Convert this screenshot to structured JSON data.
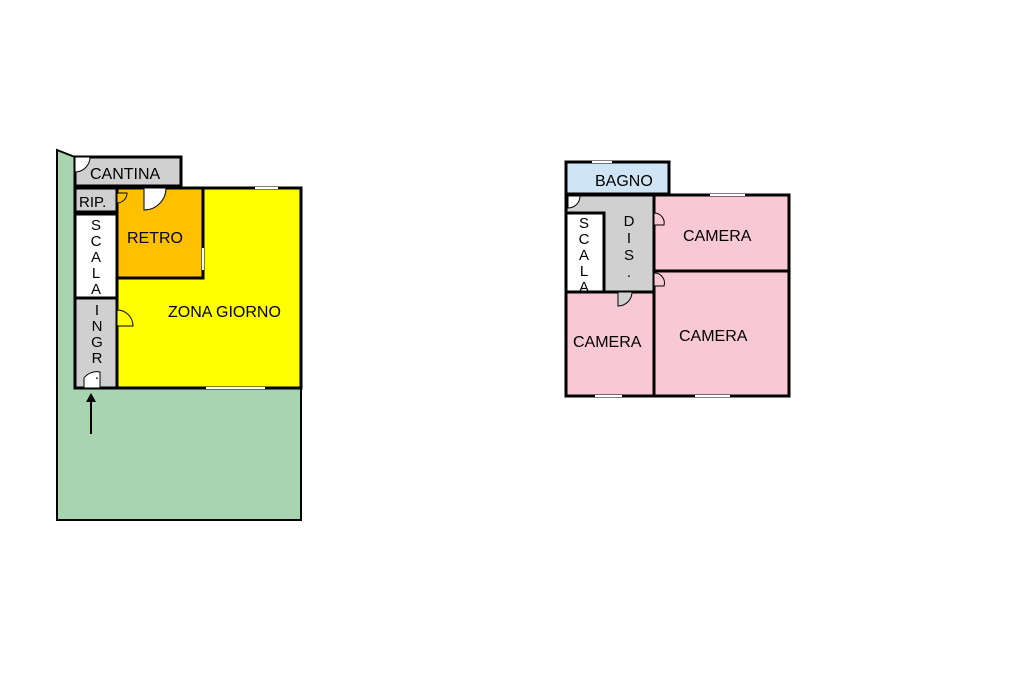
{
  "floors": [
    {
      "rooms": [
        {
          "id": "cantina",
          "label": "CANTINA",
          "color": "#d0d0d0"
        },
        {
          "id": "rip",
          "label": "RIP.",
          "color": "#d0d0d0"
        },
        {
          "id": "scala",
          "label": "SCALA",
          "color": "#ffffff"
        },
        {
          "id": "ingr",
          "label": "INGR.",
          "color": "#d0d0d0"
        },
        {
          "id": "retro",
          "label": "RETRO",
          "color": "#ffc000"
        },
        {
          "id": "zona-giorno",
          "label": "ZONA GIORNO",
          "color": "#ffff00"
        }
      ],
      "outdoor": {
        "color": "#a8d5b0"
      }
    },
    {
      "rooms": [
        {
          "id": "bagno",
          "label": "BAGNO",
          "color": "#cfe4f5"
        },
        {
          "id": "scala",
          "label": "SCALA",
          "color": "#ffffff"
        },
        {
          "id": "dis",
          "label": "DIS.",
          "color": "#d0d0d0"
        },
        {
          "id": "camera-1",
          "label": "CAMERA",
          "color": "#f8c8d4"
        },
        {
          "id": "camera-2",
          "label": "CAMERA",
          "color": "#f8c8d4"
        },
        {
          "id": "camera-3",
          "label": "CAMERA",
          "color": "#f8c8d4"
        }
      ]
    }
  ],
  "colors": {
    "wall": "#000000",
    "door": "#ffffff"
  }
}
